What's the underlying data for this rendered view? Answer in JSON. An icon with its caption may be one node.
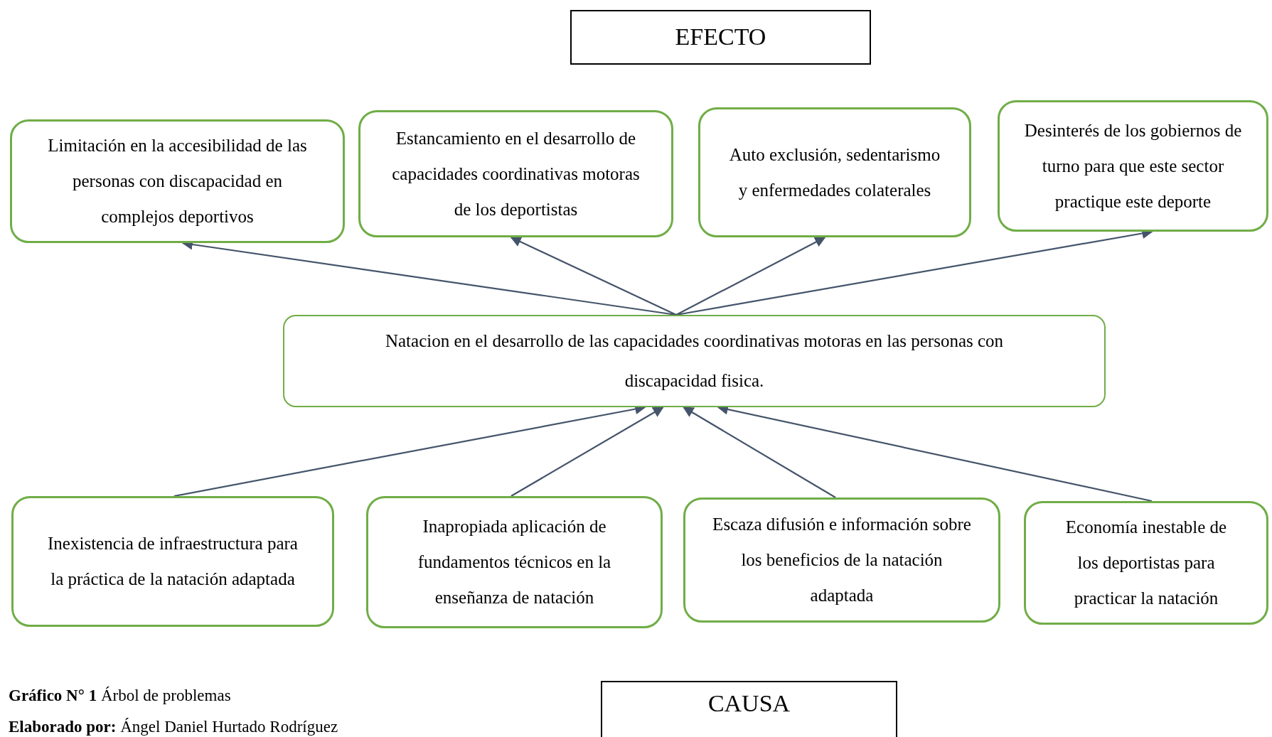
{
  "diagram": {
    "caption": "**Gráfico N°  1** Árbol de problemas",
    "nodes": [
      {
        "text": [
          "EFECTO"
        ]
      },
      {
        "text": [
          "Limitación en la accesibilidad de las personas con discapacidad en complejos deportivos"
        ]
      },
      {
        "text": [
          "Estancamiento en el desarrollo de capacidades coordinativas motoras de los deportistas"
        ]
      },
      {
        "text": [
          "Auto exclusión, sedentarismo y enfermedades colaterales"
        ]
      },
      {
        "text": [
          "Desinterés de los gobiernos de turno para que este sector practique este deporte"
        ]
      },
      {
        "text": [
          "Natacion en el desarrollo de las capacidades coordinativas motoras en las personas con discapacidad fisica."
        ]
      },
      {
        "text": [
          "Inexistencia de infraestructura para la práctica de la natación adaptada"
        ]
      },
      {
        "text": [
          "Inapropiada aplicación de fundamentos técnicos en la enseñanza de natación"
        ]
      },
      {
        "text": [
          "Escaza difusión e información sobre los beneficios de la natación adaptada"
        ]
      },
      {
        "text": [
          "Economía inestable de los deportistas para practicar la natación"
        ]
      },
      {
        "text": [
          "CAUSA"
        ]
      }
    ],
    "edges": [
      {
        "from": 5,
        "to": 1,
        "arrow": "to"
      },
      {
        "from": 5,
        "to": 2,
        "arrow": "to"
      },
      {
        "from": 5,
        "to": 3,
        "arrow": "to"
      },
      {
        "from": 5,
        "to": 4,
        "arrow": "to"
      },
      {
        "from": 6,
        "to": 5,
        "arrow": "to"
      },
      {
        "from": 7,
        "to": 5,
        "arrow": "to"
      },
      {
        "from": 8,
        "to": 5,
        "arrow": "to"
      },
      {
        "from": 9,
        "to": 5,
        "arrow": "to"
      }
    ],
    "labels": [
      "**Elaborado por:** Ángel Daniel Hurtado Rodríguez"
    ]
  }
}
